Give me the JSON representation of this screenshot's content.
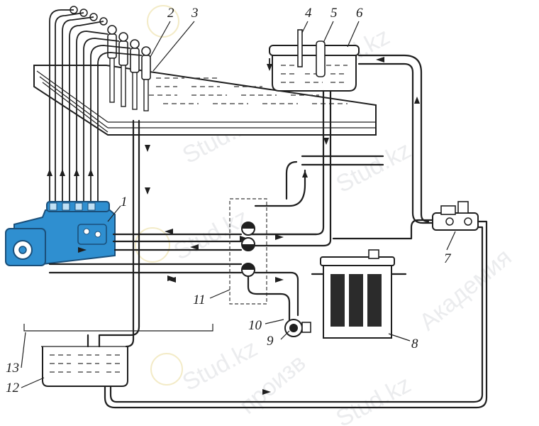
{
  "diagram": {
    "labels": [
      {
        "key": "n1",
        "text": "1"
      },
      {
        "key": "n2",
        "text": "2"
      },
      {
        "key": "n3",
        "text": "3"
      },
      {
        "key": "n4",
        "text": "4"
      },
      {
        "key": "n5",
        "text": "5"
      },
      {
        "key": "n6",
        "text": "6"
      },
      {
        "key": "n7",
        "text": "7"
      },
      {
        "key": "n8",
        "text": "8"
      },
      {
        "key": "n9",
        "text": "9"
      },
      {
        "key": "n10",
        "text": "10"
      },
      {
        "key": "n11",
        "text": "11"
      },
      {
        "key": "n12",
        "text": "12"
      },
      {
        "key": "n13",
        "text": "13"
      }
    ],
    "watermarks": [
      "Stud.kz",
      "Stud.kz",
      "Stud.kz",
      "Stud.kz",
      "Stud.kz",
      "Stud.kz",
      "Академия",
      "произв"
    ],
    "colors": {
      "pump_blue": "#2f8fd0",
      "line": "#1f1f1f",
      "background": "#ffffff"
    }
  }
}
